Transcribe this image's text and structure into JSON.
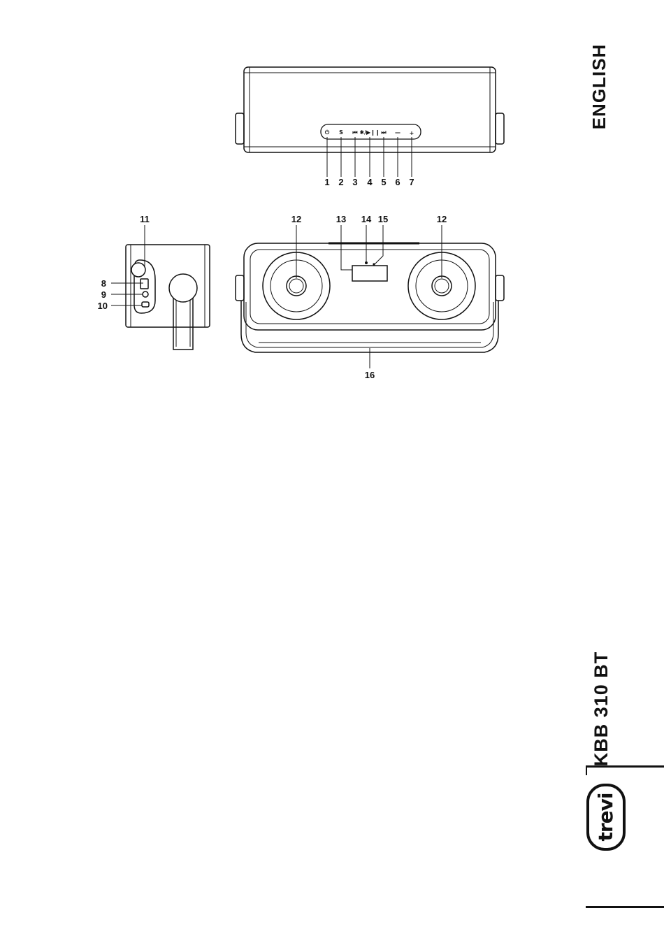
{
  "sidebar": {
    "language": "ENGLISH",
    "model": "KBB 310 BT",
    "brand_logo_text": "trevi"
  },
  "top_view": {
    "button_glyphs": [
      "⏻",
      "S",
      "⏮",
      "✱/▶❙❙",
      "⏭",
      "—",
      "+"
    ],
    "callouts": [
      "1",
      "2",
      "3",
      "4",
      "5",
      "6",
      "7"
    ]
  },
  "side_view": {
    "callouts": [
      "11",
      "8",
      "9",
      "10"
    ]
  },
  "front_view": {
    "callouts": [
      "12",
      "13",
      "14",
      "15",
      "12",
      "16"
    ]
  }
}
